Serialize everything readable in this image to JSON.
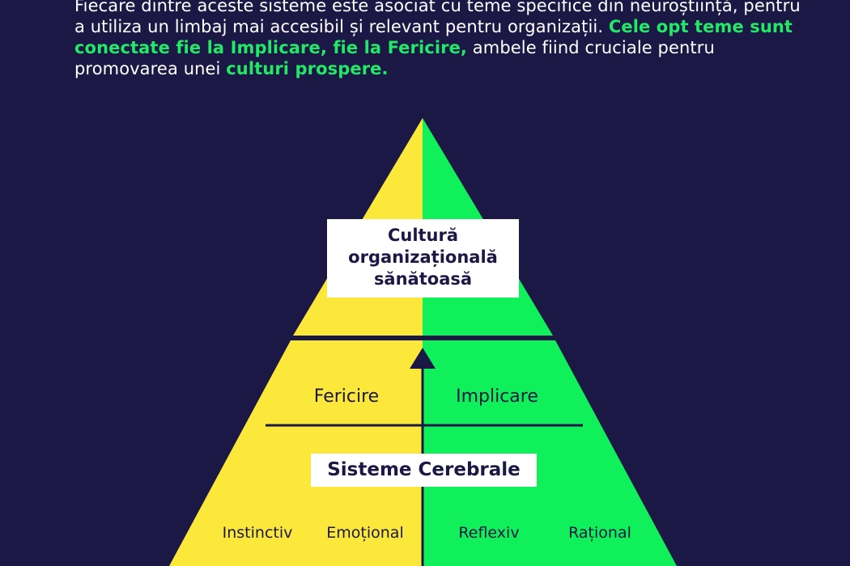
{
  "colors": {
    "background": "#1c1845",
    "left_half": "#fbe83a",
    "right_half": "#0ff05b",
    "accent_text": "#22e867",
    "line": "#1c1845",
    "box": "#ffffff"
  },
  "intro": {
    "sentence1": "Fiecare dintre aceste sisteme este asociat cu teme specifice din neuroștiință, pentru a utiliza un limbaj mai accesibil și relevant pentru organizații.",
    "highlight1": "Cele opt teme sunt conectate fie la Implicare, fie la Fericire,",
    "sentence2": "ambele fiind cruciale pentru promovarea unei",
    "highlight2": "culturi prospere."
  },
  "pyramid": {
    "apex": {
      "line1": "Cultură",
      "line2": "organizațională",
      "line3": "sănătoasă"
    },
    "middle": {
      "left": "Fericire",
      "right": "Implicare"
    },
    "systems": "Sisteme Cerebrale",
    "base": [
      "Instinctiv",
      "Emoțional",
      "Reflexiv",
      "Rațional"
    ]
  }
}
